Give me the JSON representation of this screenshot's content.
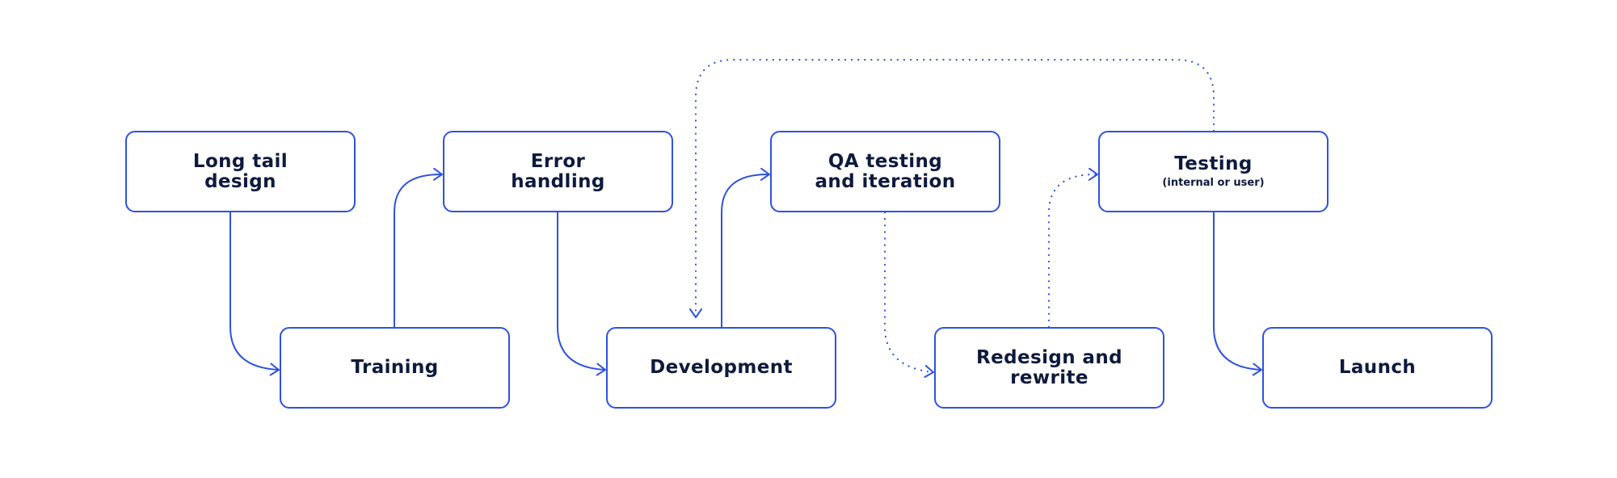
{
  "diagram": {
    "stroke_color": "#2f52e0",
    "text_color": "#0e1a3d",
    "nodes": {
      "long_tail_design": [
        "Long tail",
        "design"
      ],
      "training": "Training",
      "error_handling": [
        "Error",
        "handling"
      ],
      "development": "Development",
      "qa_testing": [
        "QA testing",
        "and iteration"
      ],
      "redesign": [
        "Redesign and",
        "rewrite"
      ],
      "testing": "Testing",
      "testing_sub": "(internal or user)",
      "launch": "Launch"
    }
  }
}
